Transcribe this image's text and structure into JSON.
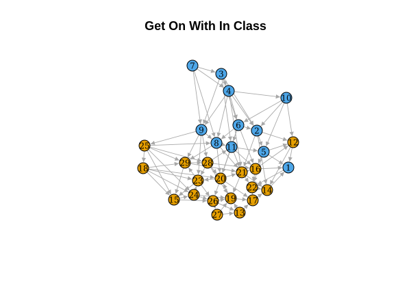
{
  "title": "Get On With In Class",
  "colors": {
    "group_a": "#4da6e8",
    "group_b": "#e69f00",
    "edge": "#a8a8a8",
    "node_stroke": "#000000"
  },
  "nodes": [
    {
      "id": "1",
      "group": "a"
    },
    {
      "id": "2",
      "group": "a"
    },
    {
      "id": "3",
      "group": "a"
    },
    {
      "id": "4",
      "group": "a"
    },
    {
      "id": "5",
      "group": "a"
    },
    {
      "id": "6",
      "group": "a"
    },
    {
      "id": "7",
      "group": "a"
    },
    {
      "id": "8",
      "group": "a"
    },
    {
      "id": "9",
      "group": "a"
    },
    {
      "id": "10",
      "group": "a"
    },
    {
      "id": "11",
      "group": "a"
    },
    {
      "id": "12",
      "group": "b"
    },
    {
      "id": "13",
      "group": "b"
    },
    {
      "id": "14",
      "group": "b"
    },
    {
      "id": "15",
      "group": "b"
    },
    {
      "id": "16",
      "group": "b"
    },
    {
      "id": "17",
      "group": "b"
    },
    {
      "id": "18",
      "group": "b"
    },
    {
      "id": "19",
      "group": "b"
    },
    {
      "id": "20",
      "group": "b"
    },
    {
      "id": "21",
      "group": "b"
    },
    {
      "id": "22",
      "group": "b"
    },
    {
      "id": "23",
      "group": "b"
    },
    {
      "id": "24",
      "group": "b"
    },
    {
      "id": "25",
      "group": "b"
    },
    {
      "id": "26",
      "group": "b"
    },
    {
      "id": "27",
      "group": "b"
    },
    {
      "id": "28",
      "group": "b"
    },
    {
      "id": "29",
      "group": "b"
    }
  ],
  "edges": [
    [
      "7",
      "3"
    ],
    [
      "3",
      "4"
    ],
    [
      "7",
      "9"
    ],
    [
      "3",
      "9"
    ],
    [
      "4",
      "9"
    ],
    [
      "4",
      "10"
    ],
    [
      "10",
      "2"
    ],
    [
      "10",
      "12"
    ],
    [
      "4",
      "6"
    ],
    [
      "4",
      "2"
    ],
    [
      "6",
      "2"
    ],
    [
      "6",
      "8"
    ],
    [
      "9",
      "8"
    ],
    [
      "8",
      "11"
    ],
    [
      "11",
      "5"
    ],
    [
      "2",
      "5"
    ],
    [
      "5",
      "12"
    ],
    [
      "5",
      "1"
    ],
    [
      "2",
      "12"
    ],
    [
      "9",
      "25"
    ],
    [
      "25",
      "18"
    ],
    [
      "25",
      "29"
    ],
    [
      "18",
      "29"
    ],
    [
      "29",
      "28"
    ],
    [
      "28",
      "11"
    ],
    [
      "11",
      "21"
    ],
    [
      "21",
      "16"
    ],
    [
      "16",
      "1"
    ],
    [
      "16",
      "12"
    ],
    [
      "22",
      "14"
    ],
    [
      "14",
      "1"
    ],
    [
      "20",
      "23"
    ],
    [
      "23",
      "15"
    ],
    [
      "15",
      "24"
    ],
    [
      "24",
      "26"
    ],
    [
      "26",
      "19"
    ],
    [
      "19",
      "17"
    ],
    [
      "17",
      "22"
    ],
    [
      "19",
      "20"
    ],
    [
      "26",
      "27"
    ],
    [
      "27",
      "13"
    ],
    [
      "13",
      "19"
    ],
    [
      "20",
      "21"
    ],
    [
      "21",
      "22"
    ],
    [
      "23",
      "29"
    ],
    [
      "28",
      "20"
    ],
    [
      "8",
      "20"
    ],
    [
      "9",
      "23"
    ],
    [
      "4",
      "21"
    ],
    [
      "6",
      "16"
    ],
    [
      "2",
      "14"
    ],
    [
      "25",
      "15"
    ],
    [
      "18",
      "24"
    ],
    [
      "18",
      "23"
    ],
    [
      "25",
      "8"
    ],
    [
      "7",
      "8"
    ],
    [
      "3",
      "11"
    ],
    [
      "9",
      "29"
    ],
    [
      "8",
      "29"
    ],
    [
      "11",
      "16"
    ],
    [
      "5",
      "16"
    ],
    [
      "5",
      "22"
    ],
    [
      "12",
      "14"
    ],
    [
      "16",
      "22"
    ],
    [
      "20",
      "26"
    ],
    [
      "24",
      "23"
    ],
    [
      "28",
      "23"
    ],
    [
      "21",
      "19"
    ],
    [
      "22",
      "17"
    ],
    [
      "17",
      "14"
    ],
    [
      "27",
      "19"
    ],
    [
      "13",
      "17"
    ],
    [
      "26",
      "13"
    ],
    [
      "15",
      "26"
    ],
    [
      "24",
      "19"
    ],
    [
      "1",
      "22"
    ],
    [
      "10",
      "5"
    ],
    [
      "6",
      "11"
    ],
    [
      "4",
      "8"
    ],
    [
      "3",
      "2"
    ],
    [
      "7",
      "4"
    ],
    [
      "25",
      "28"
    ],
    [
      "18",
      "20"
    ],
    [
      "29",
      "21"
    ],
    [
      "11",
      "20"
    ],
    [
      "8",
      "21"
    ],
    [
      "2",
      "21"
    ],
    [
      "6",
      "20"
    ],
    [
      "9",
      "28"
    ],
    [
      "28",
      "16"
    ],
    [
      "23",
      "26"
    ],
    [
      "20",
      "17"
    ],
    [
      "21",
      "14"
    ],
    [
      "12",
      "1"
    ],
    [
      "10",
      "6"
    ],
    [
      "3",
      "6"
    ],
    [
      "25",
      "24"
    ],
    [
      "18",
      "15"
    ],
    [
      "29",
      "15"
    ],
    [
      "28",
      "19"
    ]
  ]
}
